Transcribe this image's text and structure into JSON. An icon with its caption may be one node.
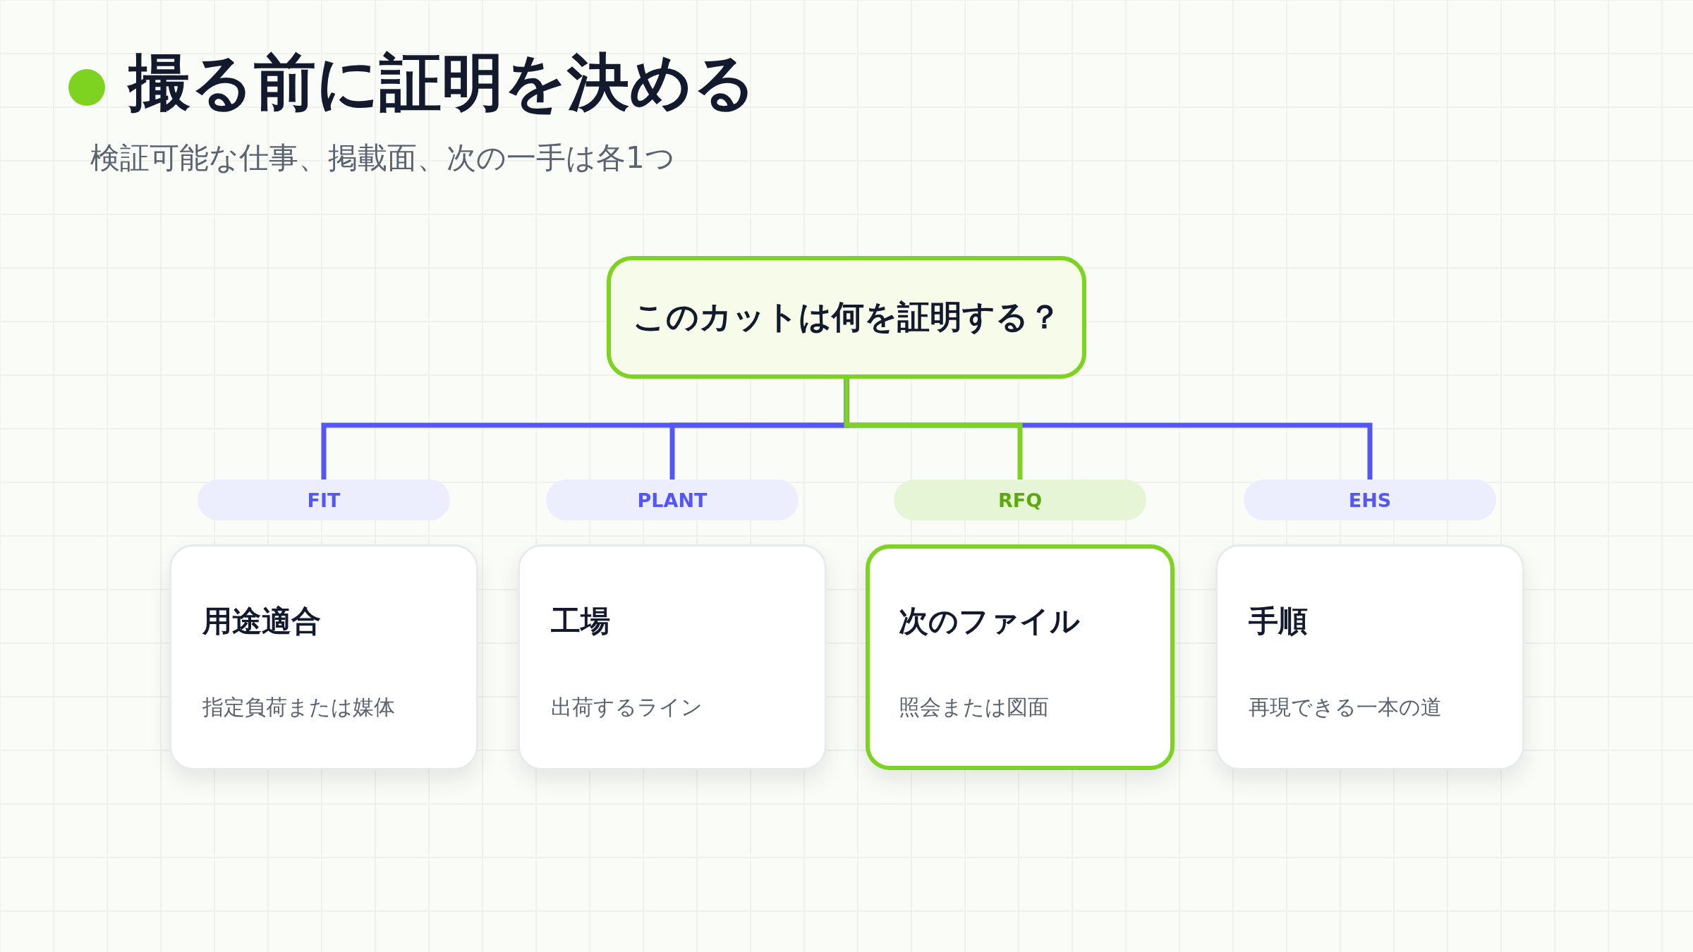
{
  "diagram": {
    "title": "撮る前に証明を決める",
    "nodes": [
      {
        "text": [
          "このカットは何を証明する？"
        ]
      },
      {
        "text": [
          "FIT"
        ]
      },
      {
        "text": [
          "PLANT"
        ]
      },
      {
        "text": [
          "RFQ"
        ]
      },
      {
        "text": [
          "EHS"
        ]
      },
      {
        "text": [
          "用途適合",
          "指定負荷または媒体"
        ]
      },
      {
        "text": [
          "工場",
          "出荷するライン"
        ]
      },
      {
        "text": [
          "次のファイル",
          "照会または図面"
        ]
      },
      {
        "text": [
          "手順",
          "再現できる一本の道"
        ]
      }
    ],
    "edges": [
      {
        "from": 0,
        "to": 1,
        "arrow": "none"
      },
      {
        "from": 0,
        "to": 2,
        "arrow": "none"
      },
      {
        "from": 0,
        "to": 3,
        "arrow": "none",
        "color": "#7ed321"
      },
      {
        "from": 0,
        "to": 4,
        "arrow": "none"
      }
    ],
    "labels": [
      "検証可能な仕事、掲載面、次の一手は各1つ"
    ]
  }
}
